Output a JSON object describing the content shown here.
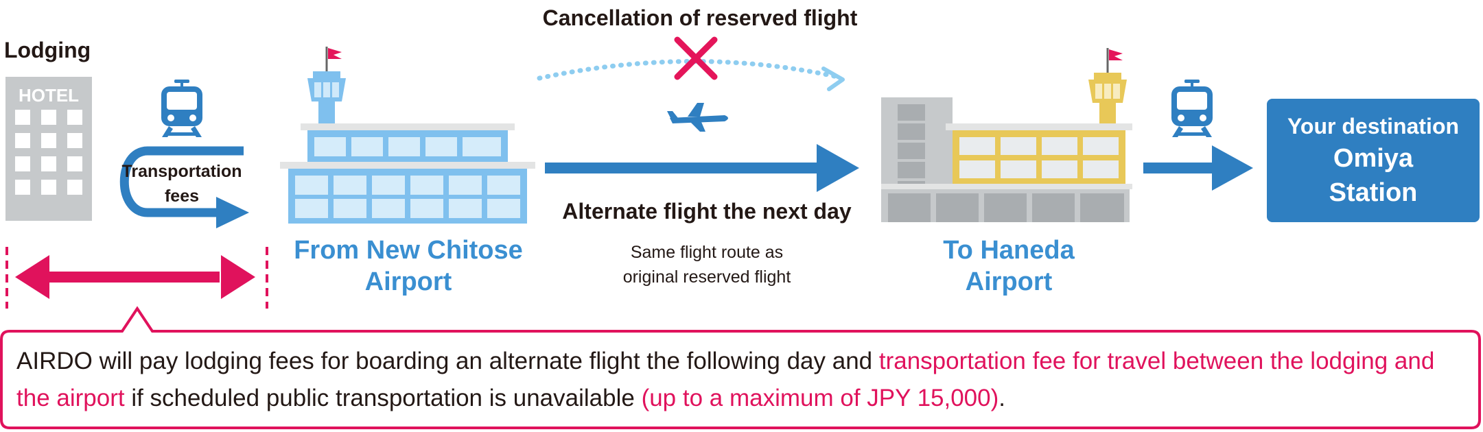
{
  "colors": {
    "route_blue": "#2f7fc1",
    "label_blue": "#3a8fd1",
    "accent_pink": "#e0125c",
    "cancel_red": "#e4155a",
    "dotted_blue": "#8ecdf0",
    "hotel_gray": "#c6c9cb",
    "tower_yellow": "#e8c858"
  },
  "lodging": {
    "title": "Lodging",
    "hotel_sign": "HOTEL",
    "icon": "hotel-building-icon"
  },
  "transport": {
    "label_line1": "Transportation",
    "label_line2": "fees",
    "train_icon": "train-icon",
    "arrow_icon": "u-turn-arrow-icon"
  },
  "origin": {
    "line1": "From New Chitose",
    "line2": "Airport",
    "icon": "airport-terminal-icon"
  },
  "cancelled": {
    "label": "Cancellation of reserved flight",
    "icon": "cancel-x-icon"
  },
  "alternate": {
    "label": "Alternate flight the next day",
    "note_line1": "Same flight route as",
    "note_line2": "original reserved flight",
    "plane_icon": "airplane-icon"
  },
  "arrival": {
    "line1": "To Haneda",
    "line2": "Airport",
    "icon": "airport-terminal-icon"
  },
  "destination": {
    "line1": "Your destination",
    "line2": "Omiya",
    "line3": "Station",
    "train_icon": "train-icon"
  },
  "callout": {
    "part1": "AIRDO will pay lodging fees for boarding an alternate flight the following day and ",
    "part2_highlight": "transportation fee for travel between the lodging and the airport",
    "part3": " if scheduled public transportation is unavailable ",
    "part4_highlight": "(up to a maximum of JPY 15,000)",
    "part5": "."
  }
}
